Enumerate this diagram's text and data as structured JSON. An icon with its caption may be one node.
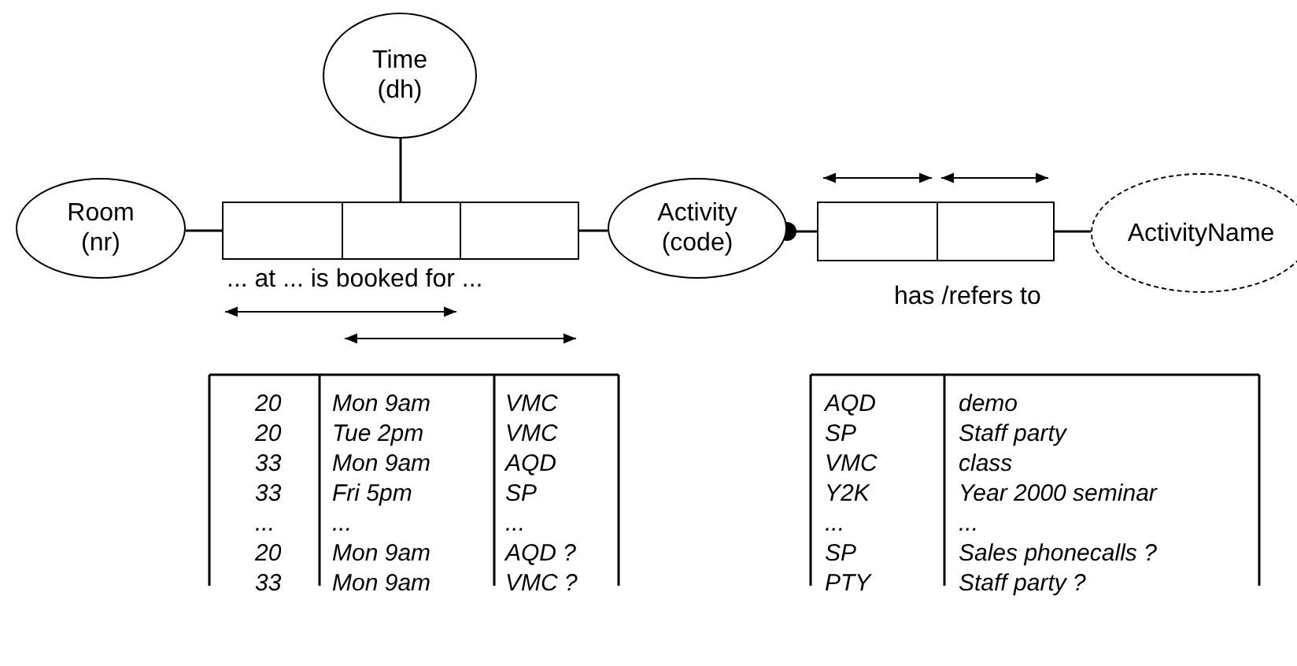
{
  "diagram": {
    "nodes": [
      {
        "text": [
          "Time",
          "(dh)"
        ]
      },
      {
        "text": [
          "Room",
          "(nr)"
        ]
      },
      {
        "text": [],
        "shape": "box"
      },
      {
        "text": [],
        "shape": "box"
      },
      {
        "text": [],
        "shape": "box"
      },
      {
        "text": [
          "Activity",
          "(code)"
        ]
      },
      {
        "text": [],
        "shape": "box"
      },
      {
        "text": [],
        "shape": "box"
      },
      {
        "text": [
          "ActivityName"
        ]
      }
    ],
    "edges": [
      {
        "from": 0,
        "to": 3,
        "arrow": "none"
      },
      {
        "from": 1,
        "to": 2,
        "arrow": "none"
      },
      {
        "from": 4,
        "to": 5,
        "arrow": "none"
      },
      {
        "from": 5,
        "to": 6,
        "arrow": "other"
      },
      {
        "from": 7,
        "to": 8,
        "arrow": "none"
      }
    ],
    "labels": [
      "... at ... is booked for ...",
      "has /refers to",
      "20",
      "Mon 9am",
      "VMC",
      "20",
      "Tue 2pm",
      "VMC",
      "33",
      "Mon 9am",
      "AQD",
      "33",
      "Fri 5pm",
      "SP",
      "...",
      "...",
      "...",
      "20",
      "Mon 9am",
      "AQD ?",
      "33",
      "Mon 9am",
      "VMC ?",
      "AQD",
      "demo",
      "SP",
      "Staff party",
      "VMC",
      "class",
      "Y2K",
      "Year 2000 seminar",
      "...",
      "...",
      "SP",
      "Sales phonecalls ?",
      "PTY",
      "Staff party ?"
    ]
  }
}
